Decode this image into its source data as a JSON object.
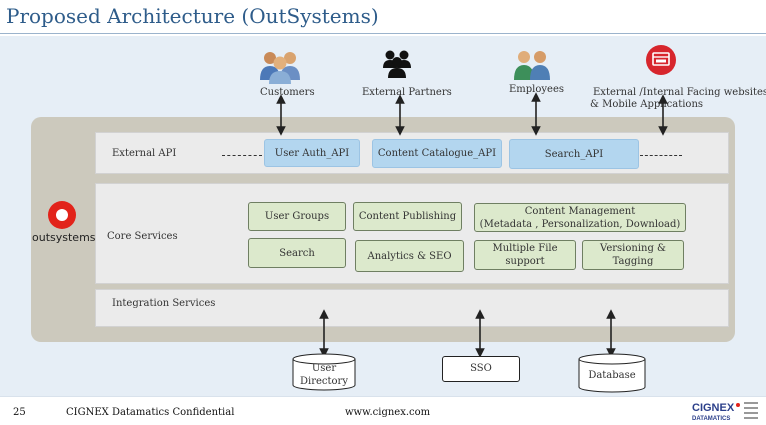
{
  "slide": {
    "title": "Proposed Architecture (OutSystems)",
    "page_number": "25",
    "confidential": "CIGNEX Datamatics Confidential",
    "website": "www.cignex.com"
  },
  "actors": [
    {
      "label": "Customers",
      "icon": "customers-icon"
    },
    {
      "label": "External Partners",
      "icon": "partners-icon"
    },
    {
      "label": "Employees",
      "icon": "employees-icon"
    },
    {
      "label_line1": "External /Internal Facing websites",
      "label_line2": "& Mobile Applications",
      "icon": "website-icon"
    }
  ],
  "platform": {
    "logo_text": "outsystems",
    "external_api": {
      "label": "External API",
      "boxes": [
        "User Auth_API",
        "Content Catalogue_API",
        "Search_API"
      ]
    },
    "core_services": {
      "label": "Core Services",
      "boxes": [
        "User Groups",
        "Content Publishing",
        "Search",
        "Analytics & SEO",
        "Multiple File support",
        "Versioning & Tagging"
      ],
      "content_management_line1": "Content Management",
      "content_management_line2": "(Metadata , Personalization, Download)",
      "multi_file_line1": "Multiple File",
      "multi_file_line2": "support",
      "versioning_line1": "Versioning &",
      "versioning_line2": "Tagging"
    },
    "integration": {
      "label": "Integration Services"
    }
  },
  "backends": {
    "user_directory_line1": "User",
    "user_directory_line2": "Directory",
    "sso": "SSO",
    "database": "Database"
  },
  "colors": {
    "title": "#2e5c8a",
    "api_box": "#b3d6ef",
    "service_box": "#dce9cc",
    "platform": "#ccc9bd",
    "logo_red": "#e2231a"
  }
}
